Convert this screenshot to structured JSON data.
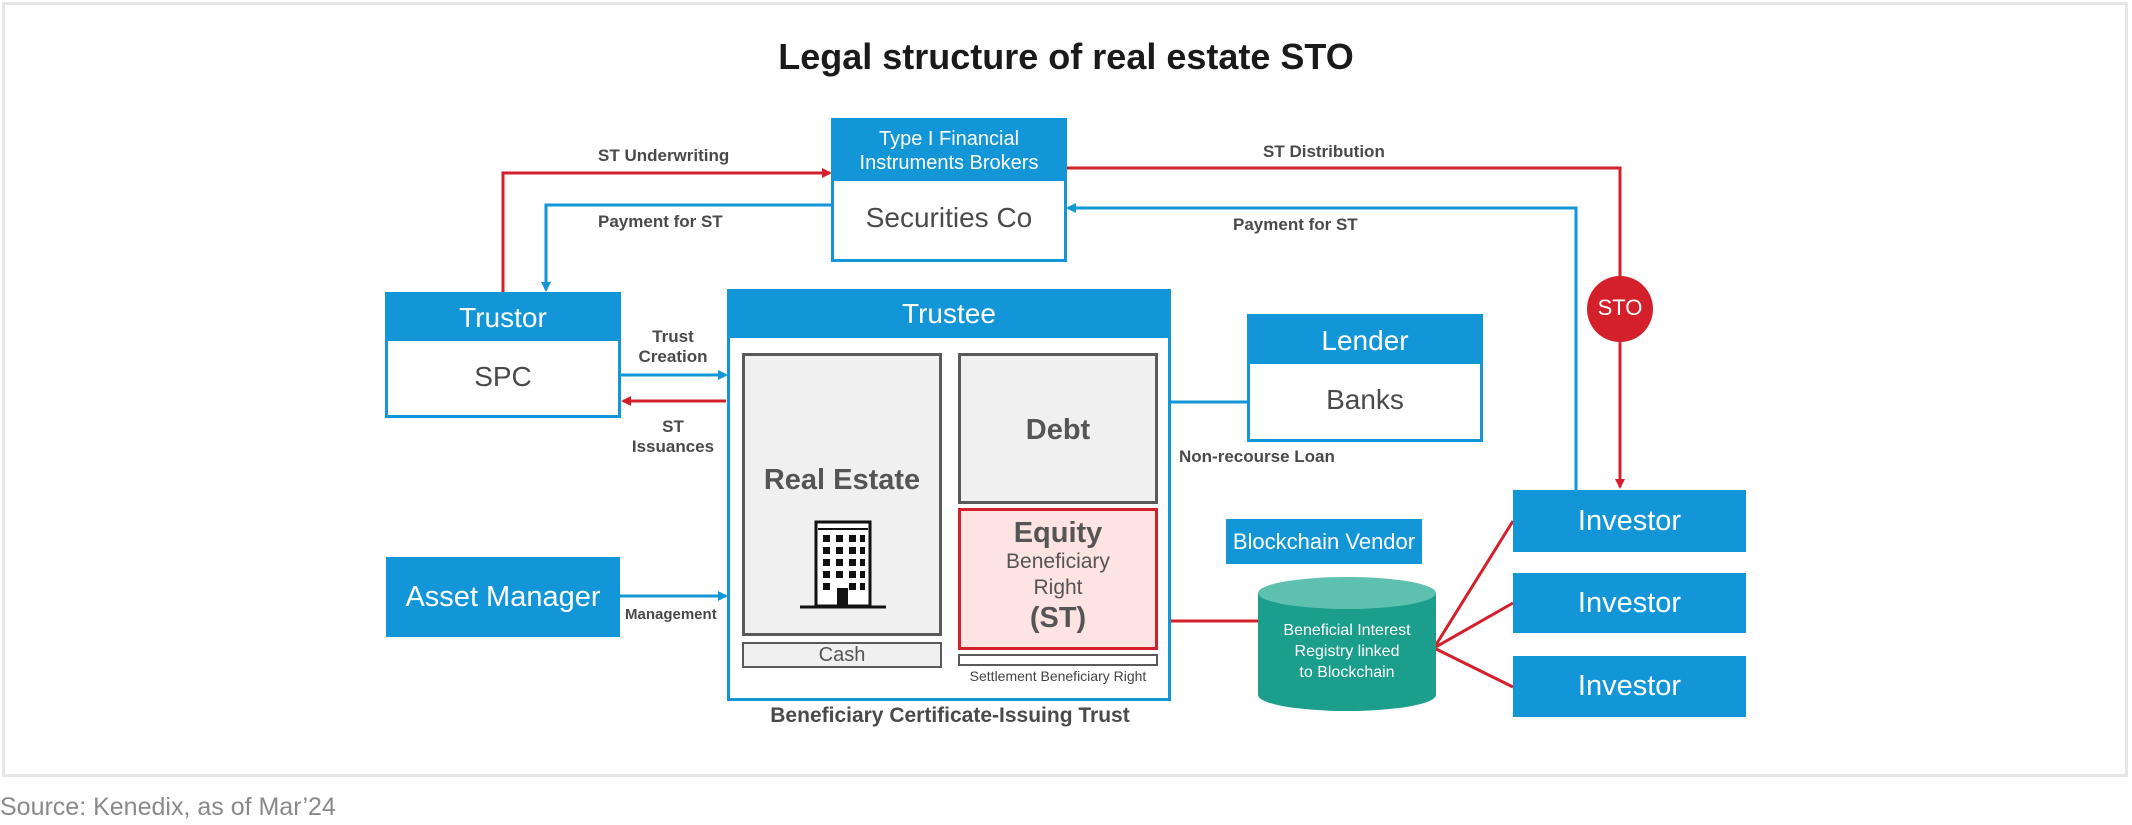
{
  "title": "Legal structure of real estate STO",
  "source": "Source: Kenedix, as of Mar’24",
  "colors": {
    "blue": "#1296d8",
    "red": "#d3202a",
    "teal": "#1b9e8c"
  },
  "securities": {
    "header_line1": "Type I Financial",
    "header_line2": "Instruments Brokers",
    "name": "Securities Co"
  },
  "trustor": {
    "header": "Trustor",
    "name": "SPC"
  },
  "trustee": {
    "header": "Trustee",
    "caption": "Beneficiary Certificate-Issuing Trust"
  },
  "lender": {
    "header": "Lender",
    "name": "Banks"
  },
  "asset_manager": "Asset Manager",
  "blockchain_vendor": "Blockchain Vendor",
  "sto_badge": "STO",
  "assets": {
    "real_estate": "Real Estate",
    "cash": "Cash",
    "debt": "Debt",
    "equity_title": "Equity",
    "equity_line1": "Beneficiary",
    "equity_line2": "Right",
    "equity_st": "(ST)",
    "settlement": "Settlement Beneficiary Right"
  },
  "registry": {
    "line1": "Beneficial Interest",
    "line2": "Registry linked",
    "line3": "to Blockchain"
  },
  "investors": [
    "Investor",
    "Investor",
    "Investor"
  ],
  "flows": {
    "st_underwriting": "ST Underwriting",
    "payment_for_st_left": "Payment for ST",
    "st_distribution": "ST Distribution",
    "payment_for_st_right": "Payment for ST",
    "trust_creation_1": "Trust",
    "trust_creation_2": "Creation",
    "st_issuances_1": "ST",
    "st_issuances_2": "Issuances",
    "management": "Management",
    "non_recourse_loan": "Non-recourse Loan"
  }
}
